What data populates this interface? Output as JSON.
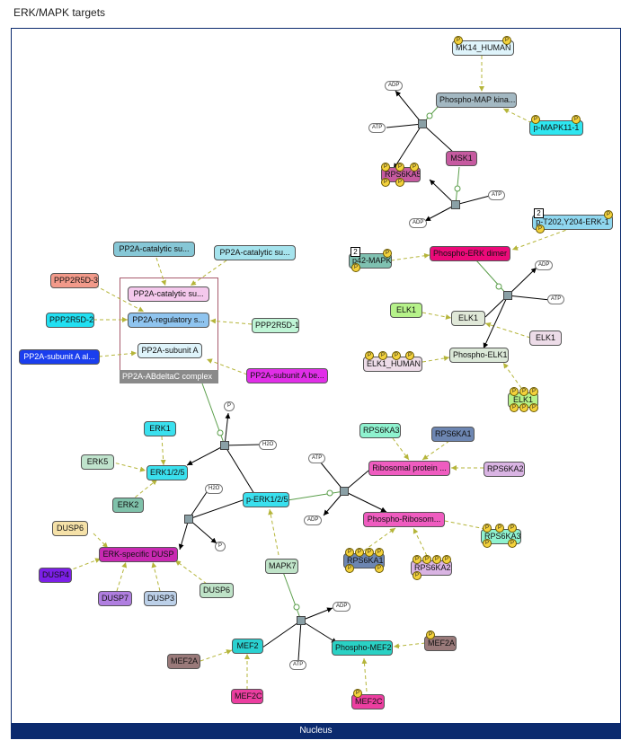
{
  "title": "ERK/MAPK targets",
  "compartment": "Nucleus",
  "complex_label": "PP2A-ABdeltaC complex",
  "labels": {
    "mk14": "MK14_HUMAN",
    "phospho_mapk": "Phospho-MAP kina...",
    "p_mapk11": "p-MAPK11-1",
    "msk1": "MSK1",
    "rps6ka5": "RPS6KA5",
    "p_t202": "p-T202,Y204-ERK-1",
    "p42": "p42-MAPK",
    "erk_dimer": "Phospho-ERK dimer",
    "elk1_a": "ELK1",
    "elk1_b": "ELK1",
    "elk1_c": "ELK1",
    "elk1_human": "ELK1_HUMAN",
    "phospho_elk1": "Phospho-ELK1",
    "elk1_d": "ELK1",
    "pp2a_cat1": "PP2A-catalytic su...",
    "pp2a_cat2": "PP2A-catalytic su...",
    "pp2a_cat_in": "PP2A-catalytic su...",
    "ppp2r5d3": "PPP2R5D-3",
    "pp2a_reg": "PP2A-regulatory s...",
    "ppp2r5d2": "PPP2R5D-2",
    "ppp2r5d1": "PPP2R5D-1",
    "pp2a_suba": "PP2A-subunit A",
    "pp2a_suba_al": "PP2A-subunit A al...",
    "pp2a_suba_be": "PP2A-subunit A be...",
    "erk1": "ERK1",
    "erk5": "ERK5",
    "erk125": "ERK1/2/5",
    "erk2": "ERK2",
    "p_erk125": "p-ERK1/2/5",
    "rps6ka3": "RPS6KA3",
    "rps6ka1": "RPS6KA1",
    "ribosomal": "Ribosomal protein ...",
    "rps6ka2": "RPS6KA2",
    "phospho_ribosom": "Phospho-Ribosom...",
    "rps6ka3_b": "RPS6KA3",
    "rps6ka1_b": "RPS6KA1",
    "rps6ka2_b": "RPS6KA2",
    "dusp6_a": "DUSP6",
    "erk_dusp": "ERK-specific DUSP",
    "dusp4": "DUSP4",
    "dusp7": "DUSP7",
    "dusp3": "DUSP3",
    "dusp6_b": "DUSP6",
    "mapk7": "MAPK7",
    "mef2": "MEF2",
    "phospho_mef2": "Phospho-MEF2",
    "mef2a_a": "MEF2A",
    "mef2a_b": "MEF2A",
    "mef2c_a": "MEF2C",
    "mef2c_b": "MEF2C"
  },
  "small_molecules": {
    "adp": "ADP",
    "atp": "ATP",
    "h2o": "H2O",
    "p": "P"
  },
  "state_p": "P",
  "multimer_2": "2",
  "colors": {
    "frame": "#0b2a6e",
    "activation_arrow": "#b5b53a",
    "reaction_line": "#5a9e4a",
    "product_arrow": "#000000"
  }
}
